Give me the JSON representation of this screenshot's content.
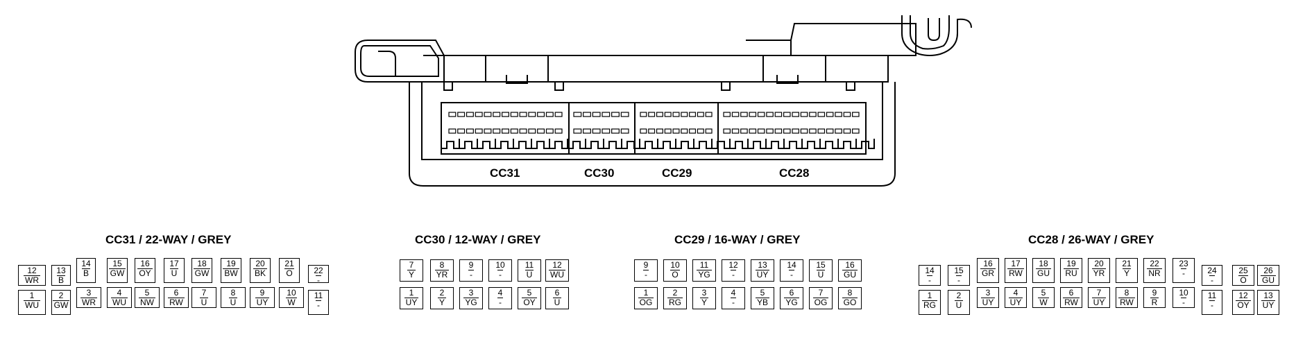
{
  "ecu_labels": {
    "cc31": "CC31",
    "cc30": "CC30",
    "cc29": "CC29",
    "cc28": "CC28"
  },
  "connectors": [
    {
      "id": "cc31",
      "title": "CC31 / 22-WAY / GREY",
      "pins": [
        {
          "num": "12",
          "code": "WR"
        },
        {
          "num": "13",
          "code": "B"
        },
        {
          "num": "14",
          "code": "B"
        },
        {
          "num": "15",
          "code": "GW"
        },
        {
          "num": "16",
          "code": "OY"
        },
        {
          "num": "17",
          "code": "U"
        },
        {
          "num": "18",
          "code": "GW"
        },
        {
          "num": "19",
          "code": "BW"
        },
        {
          "num": "20",
          "code": "BK"
        },
        {
          "num": "21",
          "code": "O"
        },
        {
          "num": "22",
          "code": "-"
        },
        {
          "num": "1",
          "code": "WU"
        },
        {
          "num": "2",
          "code": "GW"
        },
        {
          "num": "3",
          "code": "WR"
        },
        {
          "num": "4",
          "code": "WU"
        },
        {
          "num": "5",
          "code": "NW"
        },
        {
          "num": "6",
          "code": "RW"
        },
        {
          "num": "7",
          "code": "U"
        },
        {
          "num": "8",
          "code": "U"
        },
        {
          "num": "9",
          "code": "UY"
        },
        {
          "num": "10",
          "code": "W"
        },
        {
          "num": "11",
          "code": "-"
        }
      ]
    },
    {
      "id": "cc30",
      "title": "CC30 / 12-WAY / GREY",
      "pins": [
        {
          "num": "7",
          "code": "Y"
        },
        {
          "num": "8",
          "code": "YR"
        },
        {
          "num": "9",
          "code": "-"
        },
        {
          "num": "10",
          "code": "-"
        },
        {
          "num": "11",
          "code": "U"
        },
        {
          "num": "12",
          "code": "WU"
        },
        {
          "num": "1",
          "code": "UY"
        },
        {
          "num": "2",
          "code": "Y"
        },
        {
          "num": "3",
          "code": "YG"
        },
        {
          "num": "4",
          "code": "-"
        },
        {
          "num": "5",
          "code": "OY"
        },
        {
          "num": "6",
          "code": "U"
        }
      ]
    },
    {
      "id": "cc29",
      "title": "CC29 / 16-WAY / GREY",
      "pins": [
        {
          "num": "9",
          "code": "-"
        },
        {
          "num": "10",
          "code": "O"
        },
        {
          "num": "11",
          "code": "YG"
        },
        {
          "num": "12",
          "code": "-"
        },
        {
          "num": "13",
          "code": "UY"
        },
        {
          "num": "14",
          "code": "-"
        },
        {
          "num": "15",
          "code": "U"
        },
        {
          "num": "16",
          "code": "GU"
        },
        {
          "num": "1",
          "code": "OG"
        },
        {
          "num": "2",
          "code": "RG"
        },
        {
          "num": "3",
          "code": "Y"
        },
        {
          "num": "4",
          "code": "-"
        },
        {
          "num": "5",
          "code": "YB"
        },
        {
          "num": "6",
          "code": "YG"
        },
        {
          "num": "7",
          "code": "OG"
        },
        {
          "num": "8",
          "code": "GO"
        }
      ]
    },
    {
      "id": "cc28",
      "title": "CC28 / 26-WAY / GREY",
      "pins": [
        {
          "num": "14",
          "code": "-"
        },
        {
          "num": "15",
          "code": "-"
        },
        {
          "num": "16",
          "code": "GR"
        },
        {
          "num": "17",
          "code": "RW"
        },
        {
          "num": "18",
          "code": "GU"
        },
        {
          "num": "19",
          "code": "RU"
        },
        {
          "num": "20",
          "code": "YR"
        },
        {
          "num": "21",
          "code": "Y"
        },
        {
          "num": "22",
          "code": "NR"
        },
        {
          "num": "23",
          "code": "-"
        },
        {
          "num": "24",
          "code": "-"
        },
        {
          "num": "25",
          "code": "O"
        },
        {
          "num": "26",
          "code": "GU"
        },
        {
          "num": "1",
          "code": "RG"
        },
        {
          "num": "2",
          "code": "U"
        },
        {
          "num": "3",
          "code": "UY"
        },
        {
          "num": "4",
          "code": "UY"
        },
        {
          "num": "5",
          "code": "W"
        },
        {
          "num": "6",
          "code": "RW"
        },
        {
          "num": "7",
          "code": "UY"
        },
        {
          "num": "8",
          "code": "RW"
        },
        {
          "num": "9",
          "code": "R"
        },
        {
          "num": "10",
          "code": "-"
        },
        {
          "num": "11",
          "code": "-"
        },
        {
          "num": "12",
          "code": "OY"
        },
        {
          "num": "13",
          "code": "UY"
        }
      ]
    }
  ]
}
